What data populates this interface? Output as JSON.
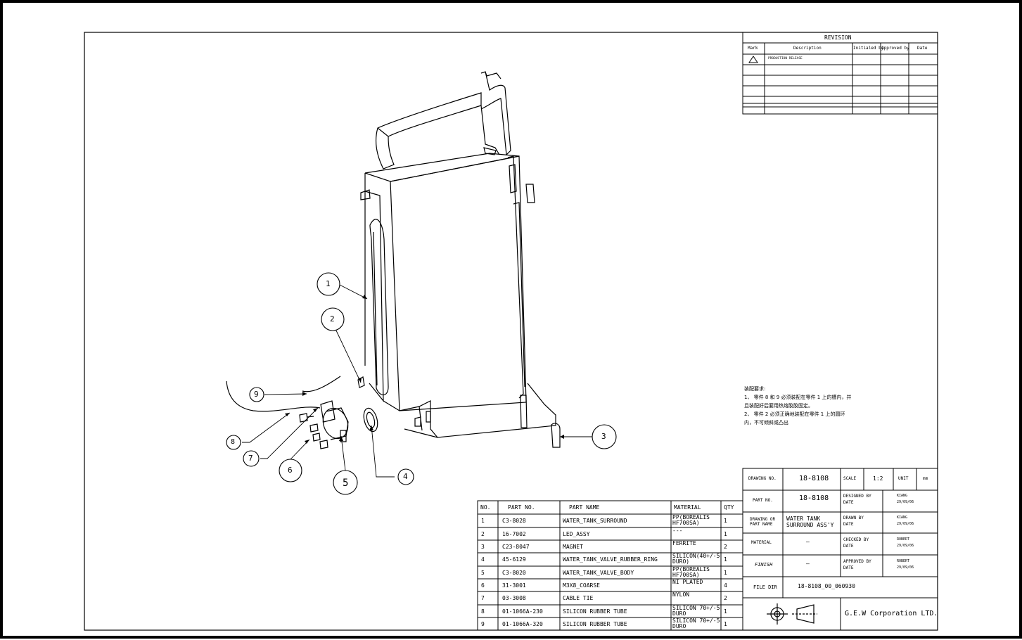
{
  "revision": {
    "title": "REVISION",
    "headers": [
      "Mark",
      "Description",
      "Initialed by",
      "Approved by",
      "Date"
    ],
    "first_row_desc": "PRODUCTION RELEASE"
  },
  "balloons": [
    "1",
    "2",
    "3",
    "4",
    "5",
    "6",
    "7",
    "8",
    "9"
  ],
  "notes": {
    "title": "装配要求:",
    "lines": [
      "1、 零件  8 和 9 必须装配在零件        1 上的槽内，并",
      "    且装配好后要用热熔胶胶固定。",
      "2、 零件  2 必须正确地装配在零件        1 上的圆环",
      "    内，不可倾斜或凸出"
    ]
  },
  "bom": {
    "headers": [
      "NO.",
      "PART NO.",
      "PART NAME",
      "MATERIAL",
      "QTY"
    ],
    "rows": [
      {
        "no": "1",
        "part_no": "C3-8028",
        "name": "WATER_TANK_SURROUND",
        "material": "PP(BOREALIS HF700SA)",
        "qty": "1"
      },
      {
        "no": "2",
        "part_no": "16-7002",
        "name": "LED_ASSY",
        "material": "---",
        "qty": "1"
      },
      {
        "no": "3",
        "part_no": "C23-8047",
        "name": "MAGNET",
        "material": "FERRITE",
        "qty": "2"
      },
      {
        "no": "4",
        "part_no": "45-6129",
        "name": "WATER_TANK_VALVE_RUBBER_RING",
        "material": "SILICON(40+/-5 DURO)",
        "qty": "1"
      },
      {
        "no": "5",
        "part_no": "C3-8020",
        "name": "WATER_TANK_VALVE_BODY",
        "material": "PP(BOREALIS HF700SA)",
        "qty": "1"
      },
      {
        "no": "6",
        "part_no": "31-3001",
        "name": "M3X8_COARSE",
        "material": "NI PLATED",
        "qty": "4"
      },
      {
        "no": "7",
        "part_no": "03-3008",
        "name": "CABLE TIE",
        "material": "NYLON",
        "qty": "2"
      },
      {
        "no": "8",
        "part_no": "01-1066A-230",
        "name": "SILICON RUBBER TUBE",
        "material": "SILICON 70+/-5 DURO",
        "qty": "1"
      },
      {
        "no": "9",
        "part_no": "01-1066A-320",
        "name": "SILICON RUBBER TUBE",
        "material": "SILICON 70+/-5 DURO",
        "qty": "1"
      }
    ]
  },
  "title_block": {
    "drawing_no_label": "DRAWING NO.",
    "drawing_no": "18-8108",
    "scale_label": "SCALE",
    "scale": "1:2",
    "unit_label": "UNIT",
    "unit": "mm",
    "part_no_label": "PART NO.",
    "part_no": "18-8108",
    "designed_label": "DESIGNED BY",
    "designed_by": "KIANG",
    "designed_date": "29/09/06",
    "drawing_name_label": "DRAWING OR PART NAME",
    "drawing_name": "WATER TANK SURROUND ASS'Y",
    "drawn_label": "DRAWN BY",
    "drawn_by": "KIANG",
    "drawn_date": "29/09/06",
    "material_label": "MATERIAL",
    "material": "—",
    "checked_label": "CHECKED BY",
    "checked_by": "ROBERT",
    "checked_date": "29/09/06",
    "finish_label": "FINISH",
    "finish": "—",
    "approved_label": "APPROVED BY",
    "approved_by": "ROBERT",
    "approved_date": "29/09/06",
    "date_label": "DATE",
    "file_dir_label": "FILE DIR",
    "file_dir": "18-8108_00_060930",
    "company": "G.E.W Corporation LTD."
  }
}
